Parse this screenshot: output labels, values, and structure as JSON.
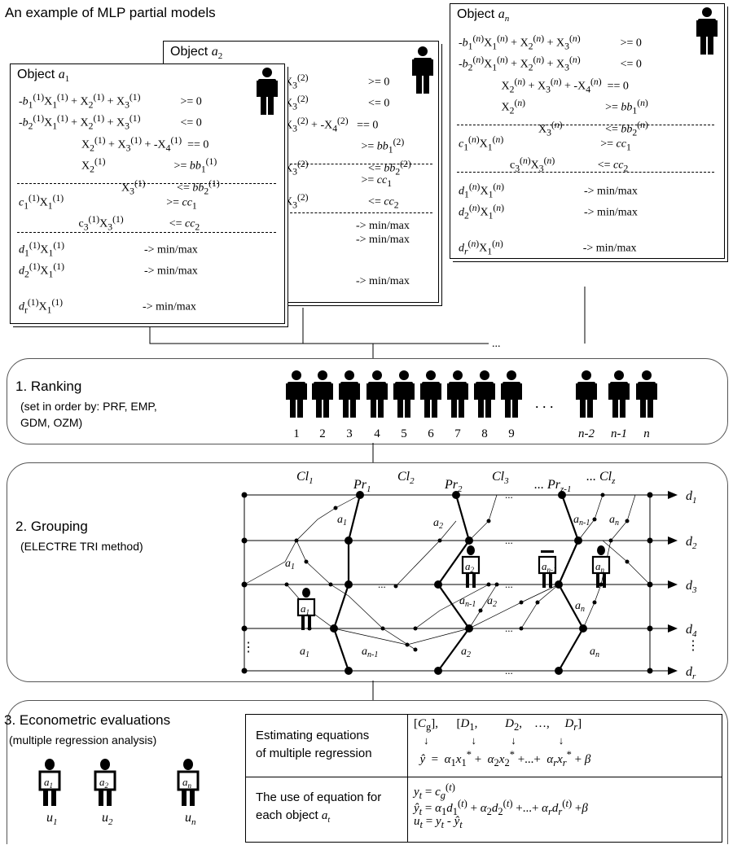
{
  "page_title": "An example of MLP partial models",
  "objects": {
    "a1": {
      "label": "Object a1",
      "lines": [
        "-b1(1)X1(1) + X2(1) + X3(1)          >= 0",
        "-b2(1)X1(1) + X2(1) + X3(1)          <= 0",
        "          X2(1) + X3(1) + -X4(1)  == 0",
        "          X2(1)                            >= bb1(1)",
        "                    X3(1)                  <= bb2(1)"
      ],
      "lines2": [
        "c1(1)X1(1)                              >= cc1",
        "            c3(1)X3(1)                  <= cc2"
      ],
      "lines3": [
        "d1(1)X1(1)                          -> min/max",
        "d2(1)X1(1)                          -> min/max",
        "",
        "dr(1)X1(1)                          -> min/max"
      ]
    },
    "a2": {
      "label": "Object a2",
      "lines": [
        "X3(2)               >= 0",
        "X3(2)               <= 0",
        "X3(2) + -X4(2)  == 0",
        "                       >= bb1(2)",
        "X3(2)               <= bb2(2)"
      ],
      "lines2": [
        "                       >= cc1",
        "X3(2)               <= cc2"
      ],
      "lines3": [
        "       -> min/max",
        "       -> min/max",
        "",
        "       -> min/max"
      ]
    },
    "an": {
      "label": "Object an",
      "lines": [
        "-b1(n)X1(n) + X2(n) + X3(n)          >= 0",
        "-b2(n)X1(n) + X2(n) + X3(n)          <= 0",
        "          X2(n) + X3(n) + -X4(n)  == 0",
        "          X2(n)                            >= bb1(n)",
        "                    X3(n)                  <= bb2(n)"
      ],
      "lines2": [
        "c1(n)X1(n)                              >= cc1",
        "            c3(n)X3(n)                  <= cc2"
      ],
      "lines3": [
        "d1(n)X1(n)                          -> min/max",
        "d2(n)X1(n)                          -> min/max",
        "",
        "dr(n)X1(n)                          -> min/max"
      ]
    },
    "ellipsis": "..."
  },
  "ranking": {
    "title": "1. Ranking",
    "subtitle_1": "(set in order by: PRF, EMP,",
    "subtitle_2": "GDM, OZM)",
    "labels": [
      "1",
      "2",
      "3",
      "4",
      "5",
      "6",
      "7",
      "8",
      "9",
      "n-2",
      "n-1",
      "n"
    ],
    "dots": ". . ."
  },
  "grouping": {
    "title": "2. Grouping",
    "subtitle": "(ELECTRE TRI method)",
    "classes": [
      "Cl1",
      "Cl2",
      "Cl3",
      "... Clz"
    ],
    "profiles": [
      "Pr1",
      "Pr2",
      "... Prz-1"
    ],
    "criteria": [
      "d1",
      "d2",
      "d3",
      "d4",
      "dr"
    ],
    "alt_labels": [
      "a1",
      "a2",
      "an-1",
      "an"
    ],
    "ellipsis": "...",
    "vdots": "⋮"
  },
  "econometric": {
    "title": "3. Econometric evaluations",
    "subtitle": "(multiple regression analysis)",
    "row1_label_1": "Estimating equations",
    "row1_label_2": "of multiple regression",
    "row1_eq_top": "[Cg],      [D1,        D2,   ...,    Dr]",
    "row1_eq_bot": "ŷ = α1x1* + α2x2* +...+ αrxr* + β",
    "row2_label_1": "The use of equation for",
    "row2_label_2": "each object at",
    "row2_eq_1": "yt = cg(t)",
    "row2_eq_2": "ŷt = α1d1(t) + α2d2(t) +...+ αrdr(t) + β",
    "row2_eq_3": "ut = yt - ŷt",
    "units": [
      "u1",
      "u2",
      "un"
    ],
    "unit_alt": [
      "a1",
      "a2",
      "an"
    ]
  }
}
